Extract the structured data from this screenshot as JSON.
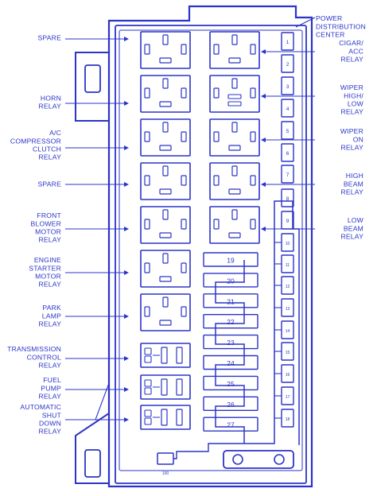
{
  "colors": {
    "line": "#2b34c8",
    "background": "#ffffff"
  },
  "labels_left": [
    {
      "id": "spare-1",
      "lines": [
        "SPARE"
      ]
    },
    {
      "id": "horn-relay",
      "lines": [
        "HORN",
        "RELAY"
      ]
    },
    {
      "id": "ac-compressor-clutch-relay",
      "lines": [
        "A/C",
        "COMPRESSOR",
        "CLUTCH",
        "RELAY"
      ]
    },
    {
      "id": "spare-2",
      "lines": [
        "SPARE"
      ]
    },
    {
      "id": "front-blower-motor-relay",
      "lines": [
        "FRONT",
        "BLOWER",
        "MOTOR",
        "RELAY"
      ]
    },
    {
      "id": "engine-starter-motor-relay",
      "lines": [
        "ENGINE",
        "STARTER",
        "MOTOR",
        "RELAY"
      ]
    },
    {
      "id": "park-lamp-relay",
      "lines": [
        "PARK",
        "LAMP",
        "RELAY"
      ]
    },
    {
      "id": "transmission-control-relay",
      "lines": [
        "TRANSMISSION",
        "CONTROL",
        "RELAY"
      ]
    },
    {
      "id": "fuel-pump-relay",
      "lines": [
        "FUEL",
        "PUMP",
        "RELAY"
      ]
    },
    {
      "id": "automatic-shut-down-relay",
      "lines": [
        "AUTOMATIC",
        "SHUT",
        "DOWN",
        "RELAY"
      ]
    }
  ],
  "labels_right": [
    {
      "id": "power-distribution-center",
      "lines": [
        "POWER",
        "DISTRIBUTION",
        "CENTER"
      ]
    },
    {
      "id": "cigar-acc-relay",
      "lines": [
        "CIGAR/",
        "ACC",
        "RELAY"
      ]
    },
    {
      "id": "wiper-high-low-relay",
      "lines": [
        "WIPER",
        "HIGH/",
        "LOW",
        "RELAY"
      ]
    },
    {
      "id": "wiper-on-relay",
      "lines": [
        "WIPER",
        "ON",
        "RELAY"
      ]
    },
    {
      "id": "high-beam-relay",
      "lines": [
        "HIGH",
        "BEAM",
        "RELAY"
      ]
    },
    {
      "id": "low-beam-relay",
      "lines": [
        "LOW",
        "BEAM",
        "RELAY"
      ]
    }
  ],
  "maxi_fuses": [
    "19",
    "20",
    "21",
    "22",
    "23",
    "24",
    "25",
    "26",
    "27"
  ],
  "mini_fuses": [
    "1",
    "2",
    "3",
    "4",
    "5",
    "6",
    "7",
    "8",
    "9",
    "10",
    "11",
    "12",
    "13",
    "14",
    "15",
    "16",
    "17",
    "18"
  ],
  "bottom_fuse": "100"
}
